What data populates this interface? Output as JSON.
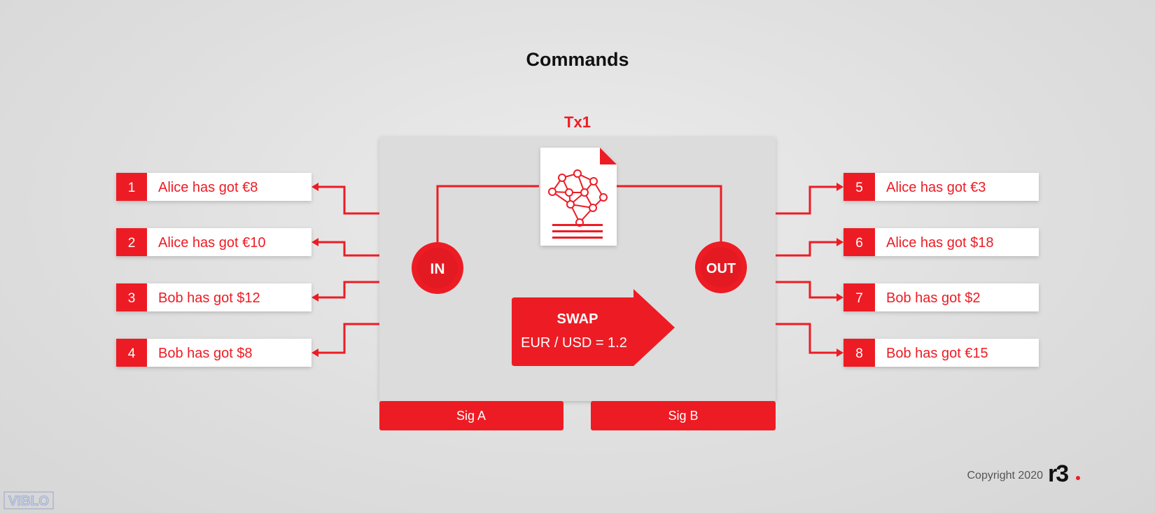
{
  "title": "Commands",
  "transaction": {
    "label": "Tx1",
    "in_label": "IN",
    "out_label": "OUT",
    "swap": {
      "title": "SWAP",
      "rate": "EUR / USD = 1.2"
    },
    "signatures": [
      "Sig A",
      "Sig B"
    ]
  },
  "inputs": [
    {
      "num": "1",
      "text": "Alice has got €8"
    },
    {
      "num": "2",
      "text": "Alice has got €10"
    },
    {
      "num": "3",
      "text": "Bob has got $12"
    },
    {
      "num": "4",
      "text": "Bob has got $8"
    }
  ],
  "outputs": [
    {
      "num": "5",
      "text": "Alice has got €3"
    },
    {
      "num": "6",
      "text": "Alice has got $18"
    },
    {
      "num": "7",
      "text": "Bob has got $2"
    },
    {
      "num": "8",
      "text": "Bob has got €15"
    }
  ],
  "footer": {
    "copyright": "Copyright 2020",
    "logo": "r3",
    "watermark": "VIBLO"
  },
  "colors": {
    "accent": "#ed1c24",
    "background": "#e2e2e2",
    "text": "#111111"
  }
}
